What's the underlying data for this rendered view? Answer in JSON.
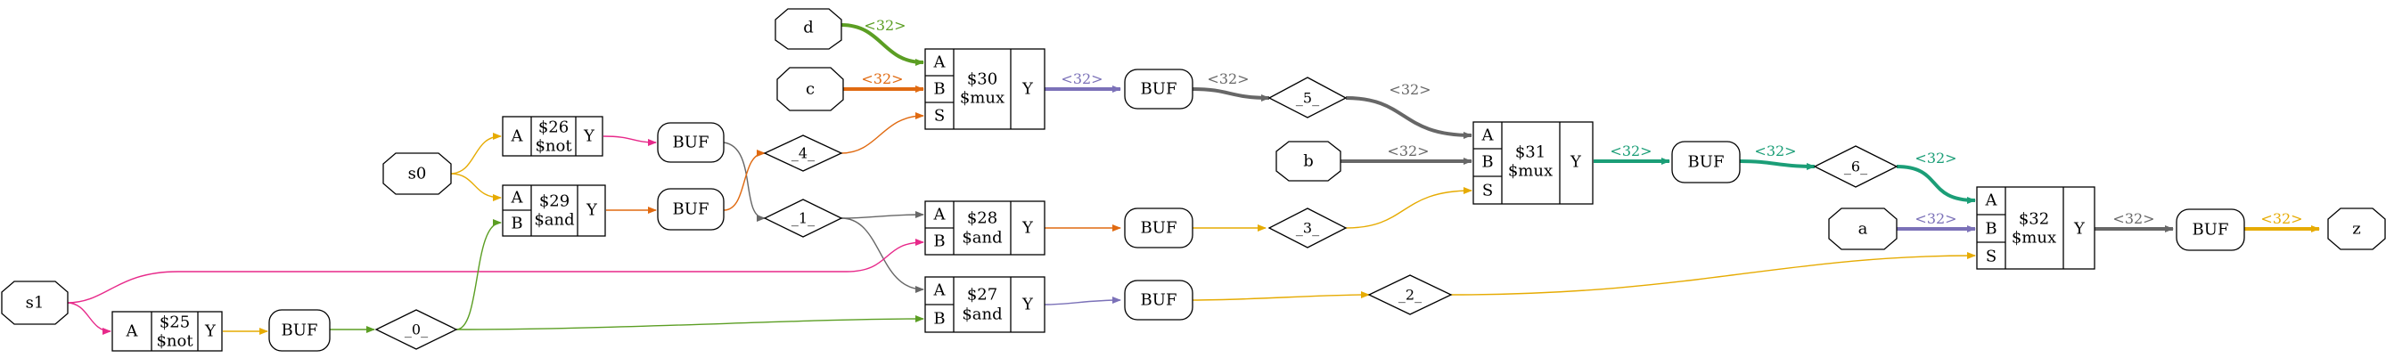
{
  "ports": {
    "d": "d",
    "c": "c",
    "s0": "s0",
    "s1": "s1",
    "b": "b",
    "a": "a",
    "z": "z"
  },
  "cells": {
    "not26": {
      "id": "$26",
      "type": "$not",
      "inputs": [
        "A"
      ],
      "output": "Y"
    },
    "and29": {
      "id": "$29",
      "type": "$and",
      "inputs": [
        "A",
        "B"
      ],
      "output": "Y"
    },
    "not25": {
      "id": "$25",
      "type": "$not",
      "inputs": [
        "A"
      ],
      "output": "Y"
    },
    "mux30": {
      "id": "$30",
      "type": "$mux",
      "inputs": [
        "A",
        "B",
        "S"
      ],
      "output": "Y"
    },
    "and28": {
      "id": "$28",
      "type": "$and",
      "inputs": [
        "A",
        "B"
      ],
      "output": "Y"
    },
    "and27": {
      "id": "$27",
      "type": "$and",
      "inputs": [
        "A",
        "B"
      ],
      "output": "Y"
    },
    "mux31": {
      "id": "$31",
      "type": "$mux",
      "inputs": [
        "A",
        "B",
        "S"
      ],
      "output": "Y"
    },
    "mux32": {
      "id": "$32",
      "type": "$mux",
      "inputs": [
        "A",
        "B",
        "S"
      ],
      "output": "Y"
    }
  },
  "buffers": {
    "label": "BUF"
  },
  "wires": {
    "w0": "_0_",
    "w1": "_1_",
    "w2": "_2_",
    "w3": "_3_",
    "w4": "_4_",
    "w5": "_5_",
    "w6": "_6_"
  },
  "bus_width_label": "<32>",
  "colors": {
    "green": "#5b9e23",
    "orange": "#e06a11",
    "purple": "#7b71b8",
    "gray": "#676767",
    "teal": "#1b9e77",
    "gold": "#e6ab02",
    "magenta": "#e7298a"
  }
}
